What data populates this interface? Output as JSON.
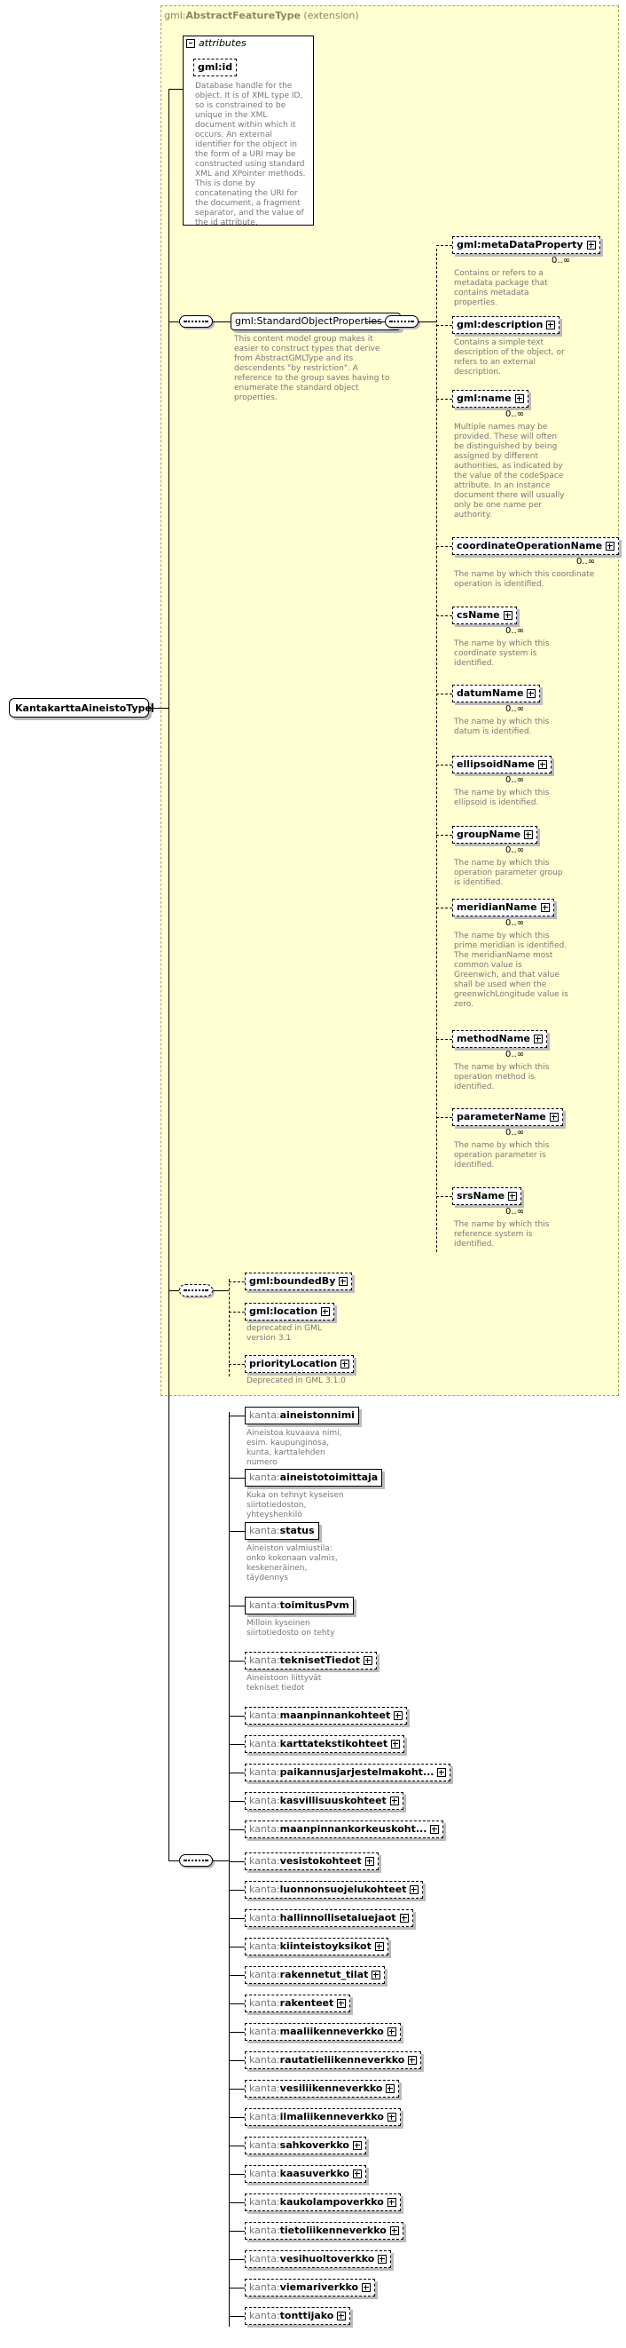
{
  "root": {
    "label": "KantakarttaAineistoType"
  },
  "extension": {
    "ns": "gml:",
    "name": "AbstractFeatureType",
    "suffix": "(extension)"
  },
  "attributes": {
    "title": "attributes",
    "gmlid": {
      "label": "gml:id",
      "desc": "Database handle for the object.  It is of XML type ID, so is constrained to be unique in the XML document within which it occurs.  An external identifier for the object in the form of a URI may be constructed using standard XML and XPointer methods.  This is done by concatenating the URI for the document, a fragment separator, and the value of the id attribute."
    }
  },
  "standardGroup": {
    "label": "gml:StandardObjectProperties",
    "desc": "This content model group makes it easier to construct types that derive from AbstractGMLType and its descendents \"by restriction\".  A reference to the group saves having to enumerate the standard object properties."
  },
  "standardItems": [
    {
      "label": "gml:metaDataProperty",
      "card": "0..∞",
      "desc": "Contains or refers to a metadata package that contains metadata properties."
    },
    {
      "label": "gml:description",
      "card": "",
      "desc": "Contains a simple text description of the object, or refers to an external description."
    },
    {
      "label": "gml:name",
      "card": "0..∞",
      "desc": "Multiple names may be provided.  These will often be distinguished by being assigned by different authorities, as indicated by the value of the codeSpace attribute.  In an instance document there will usually only be one name per authority."
    },
    {
      "label": "coordinateOperationName",
      "card": "0..∞",
      "desc": "The name by which this coordinate operation is identified."
    },
    {
      "label": "csName",
      "card": "0..∞",
      "desc": "The name by which this coordinate system is identified."
    },
    {
      "label": "datumName",
      "card": "0..∞",
      "desc": "The name by which this datum is identified."
    },
    {
      "label": "ellipsoidName",
      "card": "0..∞",
      "desc": "The name by which this ellipsoid is identified."
    },
    {
      "label": "groupName",
      "card": "0..∞",
      "desc": "The name by which this operation parameter group is identified."
    },
    {
      "label": "meridianName",
      "card": "0..∞",
      "desc": "The name by which this prime meridian is identified. The meridianName most common value is Greenwich, and that value shall be used when the greenwichLongitude value is zero."
    },
    {
      "label": "methodName",
      "card": "0..∞",
      "desc": "The name by which this operation method is identified."
    },
    {
      "label": "parameterName",
      "card": "0..∞",
      "desc": "The name by which this operation parameter is identified."
    },
    {
      "label": "srsName",
      "card": "0..∞",
      "desc": "The name by which this reference system is identified."
    }
  ],
  "boundItems": [
    {
      "label": "gml:boundedBy",
      "desc": ""
    },
    {
      "label": "gml:location",
      "desc": "deprecated in GML version 3.1"
    },
    {
      "label": "priorityLocation",
      "desc": "Deprecated in GML 3.1.0"
    }
  ],
  "kantaItems": [
    {
      "ns": "kanta:",
      "name": "aineistonnimi",
      "desc": "Aineistoa kuvaava nimi, esim. kaupunginosa, kunta, karttalehden numero"
    },
    {
      "ns": "kanta:",
      "name": "aineistotoimittaja",
      "desc": "Kuka on tehnyt kyseisen siirtotiedoston, yhteyshenkilö"
    },
    {
      "ns": "kanta:",
      "name": "status",
      "desc": "Aineiston valmiustila: onko kokonaan valmis, keskeneräinen, täydennys"
    },
    {
      "ns": "kanta:",
      "name": "toimitusPvm",
      "desc": "Milloin kyseinen siirtotiedosto on tehty"
    },
    {
      "ns": "kanta:",
      "name": "teknisetTiedot",
      "desc": "Aineistoon liittyvät tekniset tiedot"
    },
    {
      "ns": "kanta:",
      "name": "maanpinnankohteet",
      "desc": ""
    },
    {
      "ns": "kanta:",
      "name": "karttatekstikohteet",
      "desc": ""
    },
    {
      "ns": "kanta:",
      "name": "paikannusjarjestelmakoht...",
      "desc": ""
    },
    {
      "ns": "kanta:",
      "name": "kasvillisuuskohteet",
      "desc": ""
    },
    {
      "ns": "kanta:",
      "name": "maanpinnankorkeuskoht...",
      "desc": ""
    },
    {
      "ns": "kanta:",
      "name": "vesistokohteet",
      "desc": ""
    },
    {
      "ns": "kanta:",
      "name": "luonnonsuojelukohteet",
      "desc": ""
    },
    {
      "ns": "kanta:",
      "name": "hallinnollisetaluejaot",
      "desc": ""
    },
    {
      "ns": "kanta:",
      "name": "kiinteistoyksikot",
      "desc": ""
    },
    {
      "ns": "kanta:",
      "name": "rakennetut_tilat",
      "desc": ""
    },
    {
      "ns": "kanta:",
      "name": "rakenteet",
      "desc": ""
    },
    {
      "ns": "kanta:",
      "name": "maaliikenneverkko",
      "desc": ""
    },
    {
      "ns": "kanta:",
      "name": "rautatieliikenneverkko",
      "desc": ""
    },
    {
      "ns": "kanta:",
      "name": "vesiliikenneverkko",
      "desc": ""
    },
    {
      "ns": "kanta:",
      "name": "ilmaliikenneverkko",
      "desc": ""
    },
    {
      "ns": "kanta:",
      "name": "sahkoverkko",
      "desc": ""
    },
    {
      "ns": "kanta:",
      "name": "kaasuverkko",
      "desc": ""
    },
    {
      "ns": "kanta:",
      "name": "kaukolampoverkko",
      "desc": ""
    },
    {
      "ns": "kanta:",
      "name": "tietoliikenneverkko",
      "desc": ""
    },
    {
      "ns": "kanta:",
      "name": "vesihuoltoverkko",
      "desc": ""
    },
    {
      "ns": "kanta:",
      "name": "viemariverkko",
      "desc": ""
    },
    {
      "ns": "kanta:",
      "name": "tonttijako",
      "desc": ""
    }
  ]
}
